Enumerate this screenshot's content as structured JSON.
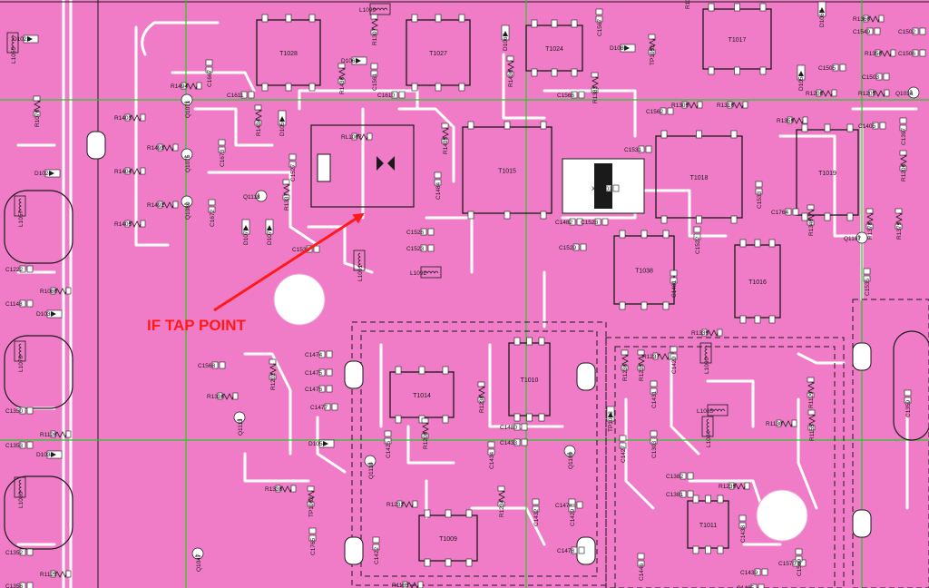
{
  "annotation": {
    "label": "IF TAP POINT",
    "color": "#ff1a1a"
  },
  "colors": {
    "board": "#f07cc8",
    "trace": "#ffffff",
    "silk": "#1a1a1a",
    "grid": "#22cc22"
  },
  "transformers": [
    {
      "ref": "T1028"
    },
    {
      "ref": "T1027"
    },
    {
      "ref": "T1024"
    },
    {
      "ref": "T1017"
    },
    {
      "ref": "T1015"
    },
    {
      "ref": "T1018"
    },
    {
      "ref": "T1019"
    },
    {
      "ref": "T1038"
    },
    {
      "ref": "T1016"
    },
    {
      "ref": "T1014"
    },
    {
      "ref": "T1010"
    },
    {
      "ref": "T1009"
    },
    {
      "ref": "T1011"
    }
  ],
  "components": [
    {
      "ref": "D1022"
    },
    {
      "ref": "L1055"
    },
    {
      "ref": "R1076"
    },
    {
      "ref": "D1024"
    },
    {
      "ref": "L1057"
    },
    {
      "ref": "C1222"
    },
    {
      "ref": "C1148"
    },
    {
      "ref": "R1080"
    },
    {
      "ref": "D1033"
    },
    {
      "ref": "L1078"
    },
    {
      "ref": "C1350"
    },
    {
      "ref": "C1353"
    },
    {
      "ref": "R1126"
    },
    {
      "ref": "D1034"
    },
    {
      "ref": "L1080"
    },
    {
      "ref": "C1352"
    },
    {
      "ref": "C1356"
    },
    {
      "ref": "R1125"
    },
    {
      "ref": "R1494"
    },
    {
      "ref": "C1667"
    },
    {
      "ref": "R1403"
    },
    {
      "ref": "Q1071"
    },
    {
      "ref": "R1493"
    },
    {
      "ref": "Q1075"
    },
    {
      "ref": "R1404"
    },
    {
      "ref": "R1492"
    },
    {
      "ref": "Q1080"
    },
    {
      "ref": "R1405"
    },
    {
      "ref": "C1672"
    },
    {
      "ref": "C1673"
    },
    {
      "ref": "C1611"
    },
    {
      "ref": "R1434"
    },
    {
      "ref": "D1059"
    },
    {
      "ref": "Q1118"
    },
    {
      "ref": "D1078"
    },
    {
      "ref": "D1079"
    },
    {
      "ref": "R1337"
    },
    {
      "ref": "C1527"
    },
    {
      "ref": "C1532"
    },
    {
      "ref": "L1099"
    },
    {
      "ref": "D1068"
    },
    {
      "ref": "R1307"
    },
    {
      "ref": "R1436"
    },
    {
      "ref": "C1561"
    },
    {
      "ref": "C1610"
    },
    {
      "ref": "RL1007"
    },
    {
      "ref": "R1435"
    },
    {
      "ref": "C1484"
    },
    {
      "ref": "C1526"
    },
    {
      "ref": "C1523"
    },
    {
      "ref": "L1091"
    },
    {
      "ref": "L1092"
    },
    {
      "ref": "R1430"
    },
    {
      "ref": "D1067"
    },
    {
      "ref": "C1567"
    },
    {
      "ref": "D1080"
    },
    {
      "ref": "C1566"
    },
    {
      "ref": "R1383"
    },
    {
      "ref": "XF1001"
    },
    {
      "ref": "C1531"
    },
    {
      "ref": "C1482"
    },
    {
      "ref": "C1528"
    },
    {
      "ref": "C1529"
    },
    {
      "ref": "TP1051"
    },
    {
      "ref": "R1311"
    },
    {
      "ref": "R1309"
    },
    {
      "ref": "R1310"
    },
    {
      "ref": "C1562"
    },
    {
      "ref": "C1533"
    },
    {
      "ref": "C1764"
    },
    {
      "ref": "R1340"
    },
    {
      "ref": "Q1107"
    },
    {
      "ref": "C1481"
    },
    {
      "ref": "C1522"
    },
    {
      "ref": "R1339"
    },
    {
      "ref": "R1360"
    },
    {
      "ref": "D1067"
    },
    {
      "ref": "C1549"
    },
    {
      "ref": "R1350"
    },
    {
      "ref": "C1505"
    },
    {
      "ref": "C1503"
    },
    {
      "ref": "D1058"
    },
    {
      "ref": "R1208"
    },
    {
      "ref": "R1205"
    },
    {
      "ref": "Q1034"
    },
    {
      "ref": "R1359"
    },
    {
      "ref": "C1405"
    },
    {
      "ref": "C1397"
    },
    {
      "ref": "C1502"
    },
    {
      "ref": "C1506"
    },
    {
      "ref": "R1206"
    },
    {
      "ref": "R1378"
    },
    {
      "ref": "R1379"
    },
    {
      "ref": "C1535"
    },
    {
      "ref": "C1568"
    },
    {
      "ref": "R1336"
    },
    {
      "ref": "R1202"
    },
    {
      "ref": "C1474"
    },
    {
      "ref": "C1475"
    },
    {
      "ref": "C1476"
    },
    {
      "ref": "C1477"
    },
    {
      "ref": "Q1113"
    },
    {
      "ref": "D1054"
    },
    {
      "ref": "R1338"
    },
    {
      "ref": "TP1062"
    },
    {
      "ref": "C1765"
    },
    {
      "ref": "Q1047"
    },
    {
      "ref": "R1238"
    },
    {
      "ref": "C1480"
    },
    {
      "ref": "C1433"
    },
    {
      "ref": "C1425"
    },
    {
      "ref": "R1200"
    },
    {
      "ref": "Q1110"
    },
    {
      "ref": "Q1109"
    },
    {
      "ref": "C1434"
    },
    {
      "ref": "R1232"
    },
    {
      "ref": "R1234"
    },
    {
      "ref": "C1432"
    },
    {
      "ref": "C1471"
    },
    {
      "ref": "C1429"
    },
    {
      "ref": "C1478"
    },
    {
      "ref": "C1422"
    },
    {
      "ref": "R1185"
    },
    {
      "ref": "R1237"
    },
    {
      "ref": "R1236"
    },
    {
      "ref": "R1235"
    },
    {
      "ref": "C1420"
    },
    {
      "ref": "L1090"
    },
    {
      "ref": "C1431"
    },
    {
      "ref": "TP1063"
    },
    {
      "ref": "L1085"
    },
    {
      "ref": "R1130"
    },
    {
      "ref": "R1129"
    },
    {
      "ref": "R1155"
    },
    {
      "ref": "C1427"
    },
    {
      "ref": "C1303"
    },
    {
      "ref": "L1084"
    },
    {
      "ref": "C1382"
    },
    {
      "ref": "C1381"
    },
    {
      "ref": "R1239"
    },
    {
      "ref": "C1359"
    },
    {
      "ref": "C1438"
    },
    {
      "ref": "C1439"
    },
    {
      "ref": "C1485"
    },
    {
      "ref": "C1570"
    },
    {
      "ref": "C1569"
    },
    {
      "ref": "C1446"
    }
  ]
}
